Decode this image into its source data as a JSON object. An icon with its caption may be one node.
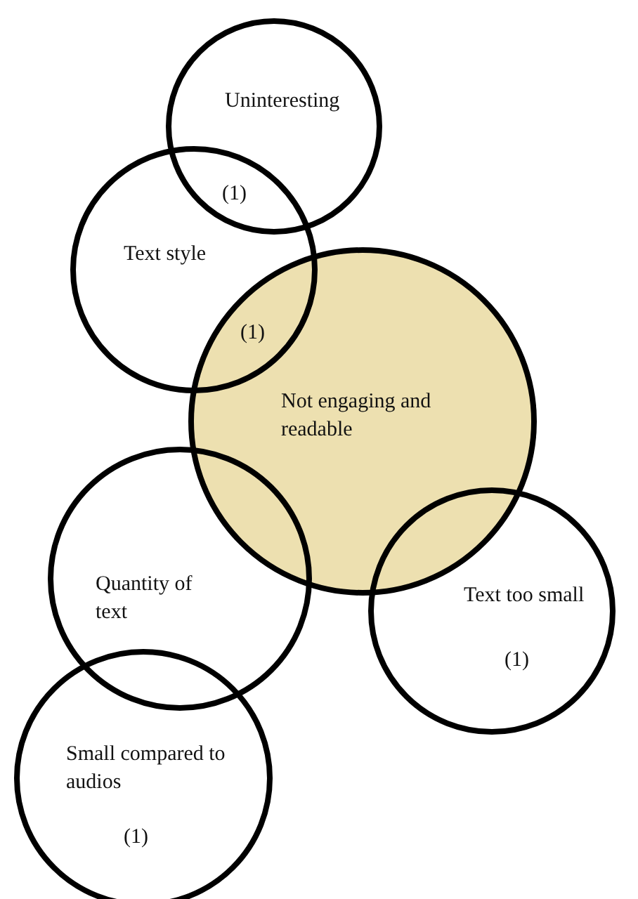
{
  "diagram": {
    "nodes": [
      {
        "text": [
          "Uninteresting"
        ]
      },
      {
        "text": [
          "Text style"
        ]
      },
      {
        "text": [
          "Not engaging and readable"
        ]
      },
      {
        "text": [
          "Quantity of text"
        ]
      },
      {
        "text": [
          "Text too small",
          "(1)"
        ]
      },
      {
        "text": [
          "Small compared to audios",
          "(1)"
        ]
      }
    ],
    "edges": [],
    "labels": [
      "(1)",
      "(1)"
    ]
  }
}
